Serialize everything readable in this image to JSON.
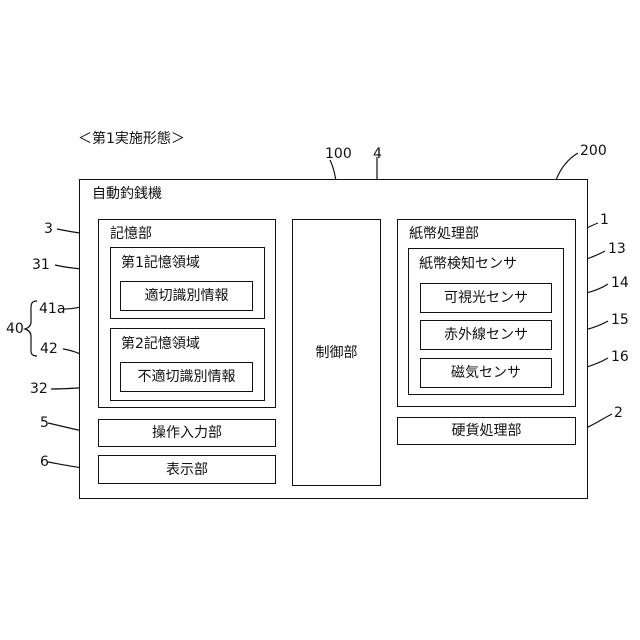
{
  "heading": "＜第1実施形態＞",
  "machine": "自動釣銭機",
  "storage": {
    "title": "記憶部",
    "area1": {
      "title": "第1記憶領域",
      "item": "適切識別情報"
    },
    "area2": {
      "title": "第2記憶領域",
      "item": "不適切識別情報"
    }
  },
  "control": "制御部",
  "bill_unit": {
    "title": "紙幣処理部",
    "sensor_group": "紙幣検知センサ",
    "sensors": [
      "可視光センサ",
      "赤外線センサ",
      "磁気センサ"
    ]
  },
  "coin_unit": "硬貨処理部",
  "input_unit": "操作入力部",
  "display_unit": "表示部",
  "refs": {
    "r200": "200",
    "r100": "100",
    "r4": "4",
    "r3": "3",
    "r31": "31",
    "r41a": "41a",
    "r40": "40",
    "r42": "42",
    "r32": "32",
    "r5": "5",
    "r6": "6",
    "r1": "1",
    "r13": "13",
    "r14": "14",
    "r15": "15",
    "r16": "16",
    "r2": "2"
  }
}
